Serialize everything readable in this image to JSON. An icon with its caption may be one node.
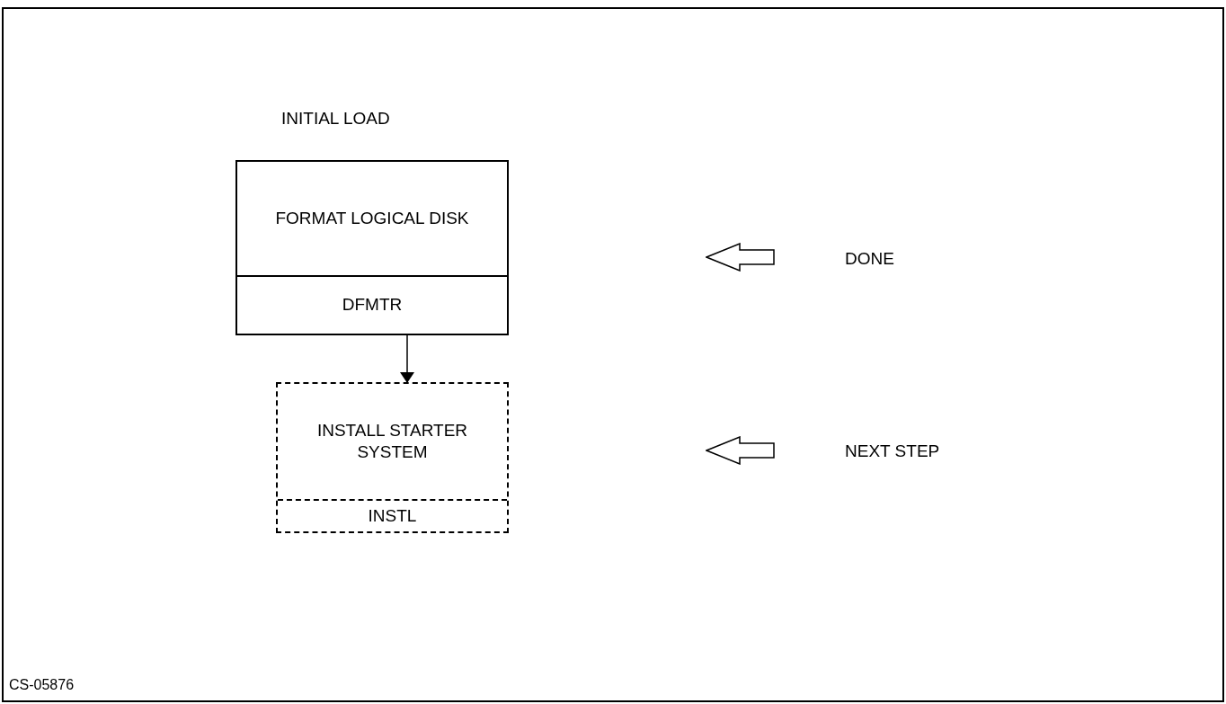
{
  "diagram": {
    "title": "INITIAL LOAD",
    "nodes": [
      {
        "text": [
          "FORMAT LOGICAL DISK",
          "DFMTR"
        ]
      },
      {
        "text": [
          "INSTALL STARTER SYSTEM",
          "INSTL"
        ]
      }
    ],
    "edges": [
      {
        "from": 0,
        "to": 1,
        "arrow": "to"
      }
    ],
    "labels": [
      "DONE",
      "NEXT STEP",
      "CS-05876"
    ]
  }
}
